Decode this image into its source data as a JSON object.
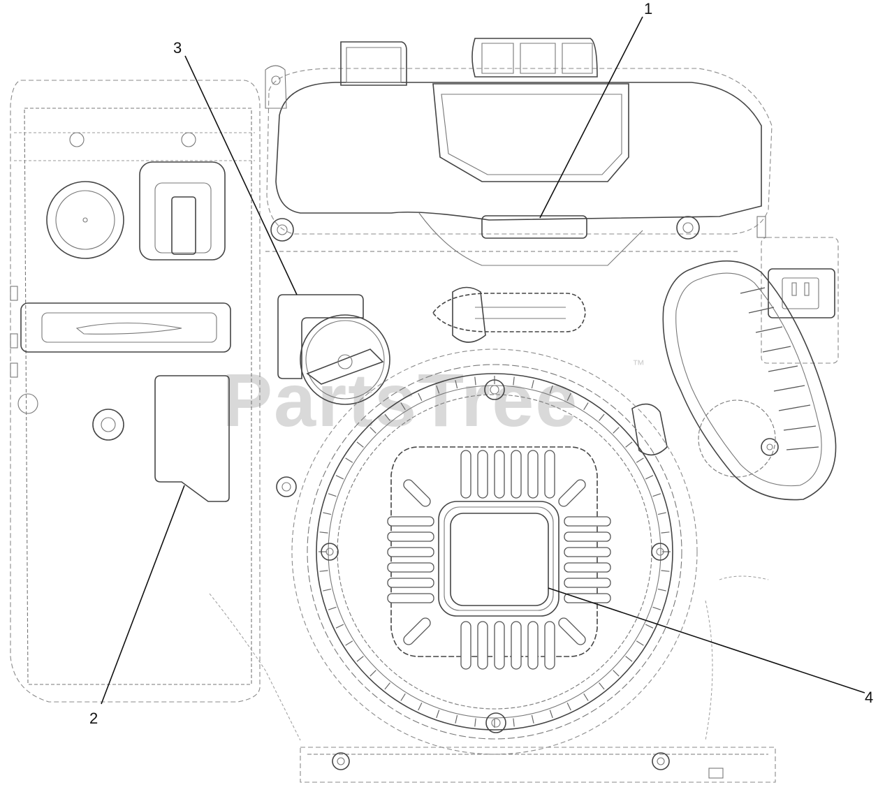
{
  "watermark": {
    "text": "PartsTree",
    "trademark": "™"
  },
  "callouts": [
    {
      "id": "1",
      "label": "1"
    },
    {
      "id": "2",
      "label": "2"
    },
    {
      "id": "3",
      "label": "3"
    },
    {
      "id": "4",
      "label": "4"
    }
  ],
  "colors": {
    "line": "#444444",
    "watermark": "#d9d9d9",
    "label": "#111111"
  }
}
